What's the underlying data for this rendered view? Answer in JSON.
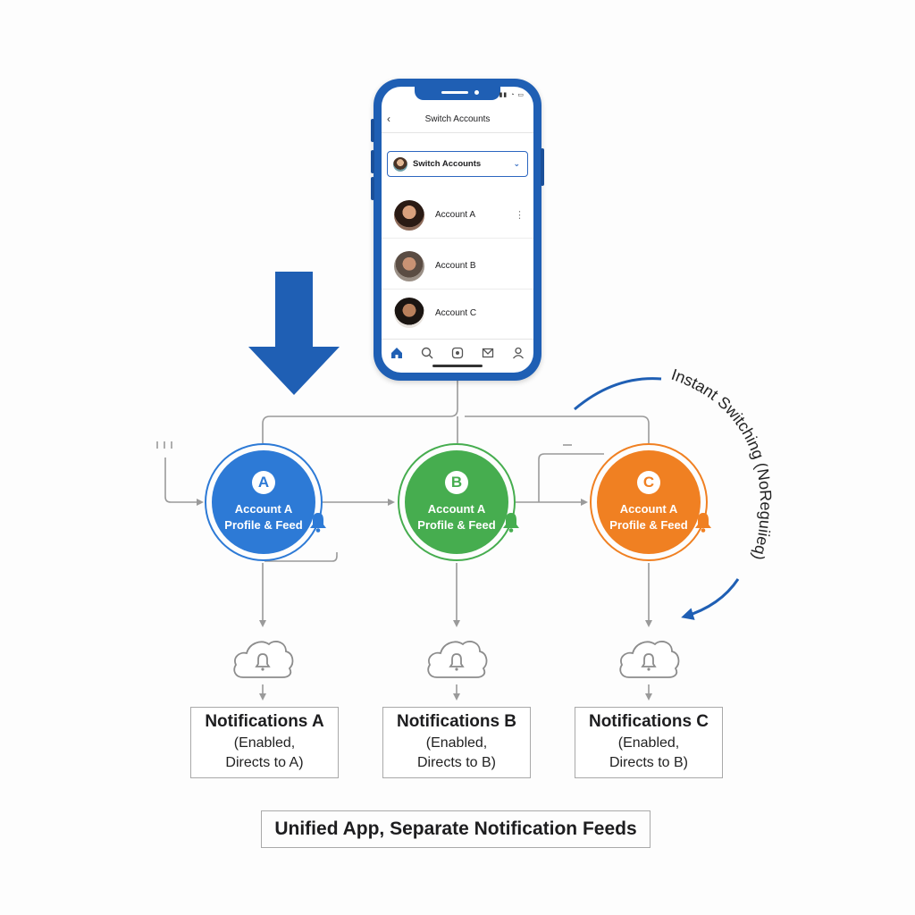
{
  "phone": {
    "header_title": "Switch Accounts",
    "back_glyph": "‹",
    "status_glyphs": "▮▮ ◔ ▭",
    "selector_label": "Switch Accounts",
    "selector_chevron": "⌄",
    "accounts": [
      {
        "label": "Account A"
      },
      {
        "label": "Account B"
      },
      {
        "label": "Account C"
      }
    ],
    "row_menu_glyph": "⋮",
    "tabs": [
      "home-icon",
      "search-icon",
      "reels-icon",
      "inbox-icon",
      "profile-icon"
    ]
  },
  "profiles": [
    {
      "letter": "A",
      "line1": "Account A",
      "line2": "Profile & Feed",
      "color": "#2d7ad6"
    },
    {
      "letter": "B",
      "line1": "Account A",
      "line2": "Profile & Feed",
      "color": "#46ad4f"
    },
    {
      "letter": "C",
      "line1": "Account A",
      "line2": "Profile & Feed",
      "color": "#f08022"
    }
  ],
  "notifications": [
    {
      "title": "Notifications A",
      "line1": "(Enabled,",
      "line2": "Directs to A)"
    },
    {
      "title": "Notifications B",
      "line1": "(Enabled,",
      "line2": "Directs to B)"
    },
    {
      "title": "Notifications C",
      "line1": "(Enabled,",
      "line2": "Directs to B)"
    }
  ],
  "curve_label": "Instant Switching (NoReguiieq)",
  "footer": "Unified App, Separate Notification Feeds",
  "colors": {
    "primary_blue": "#1f5fb4",
    "green": "#46ad4f",
    "orange": "#f08022",
    "line_gray": "#9a9a9a"
  }
}
